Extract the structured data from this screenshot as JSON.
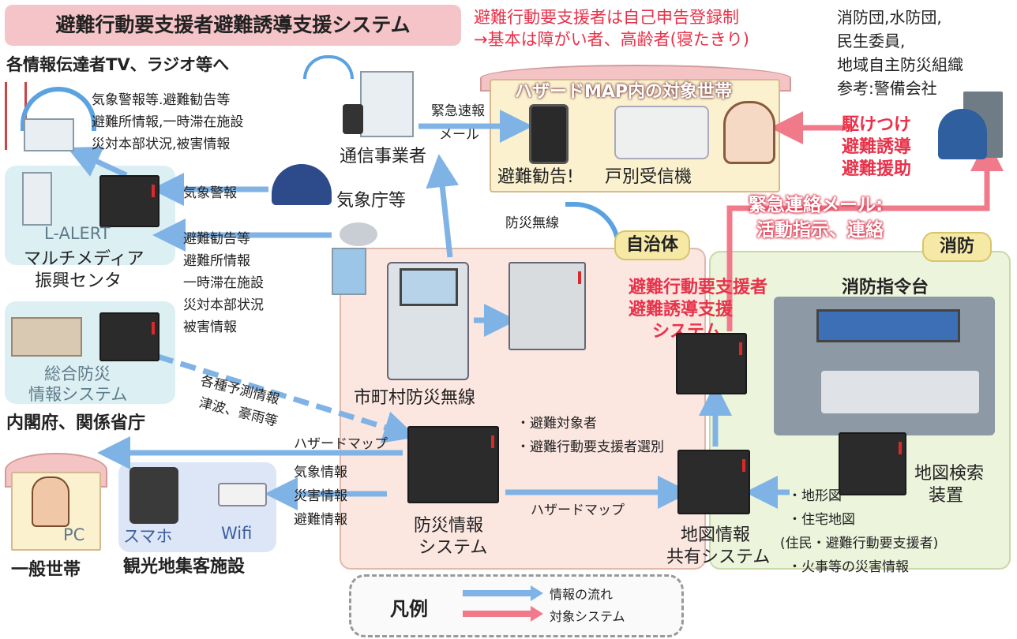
{
  "title": "避難行動要支援者避難誘導支援システム",
  "note": {
    "line1": "避難行動要支援者は自己申告登録制",
    "line2": "→基本は障がい者、高齢者(寝たきり)"
  },
  "topright": {
    "line1": "消防団,水防団,",
    "line2": "民生委員,",
    "line3": "地域自主防災組織",
    "line4": "参考:警備会社"
  },
  "left_header": "各情報伝達者TV、ラジオ等へ",
  "broadcast_info": [
    "気象警報等.避難勧告等",
    "避難所情報,一時滞在施設",
    "災対本部状況,被害情報"
  ],
  "lalert": {
    "name1": "L-ALERT",
    "name2": "マルチメディア",
    "name3": "振興センタ"
  },
  "sogo": {
    "name1": "総合防災",
    "name2": "情報システム",
    "owner": "内閣府、関係省庁"
  },
  "kishou_warning": "気象警報",
  "kishou": "気象庁等",
  "tsushin": "通信事業者",
  "kinkyu": {
    "line1": "緊急速報",
    "line2": "メール"
  },
  "evac_info": [
    "避難勧告等",
    "避難所情報",
    "一時滞在施設",
    "災対本部状況",
    "被害情報"
  ],
  "forecast": {
    "line1": "各種予測情報",
    "line2": "津波、豪雨等"
  },
  "hazard_home": {
    "title": "ハザードMAP内の対象世帯",
    "device1": "避難勧告!",
    "device2": "戸別受信機"
  },
  "musen": "防災無線",
  "jichitai": "自治体",
  "shobo": "消防",
  "kakeke": {
    "line1": "駆けつけ",
    "line2": "避難誘導",
    "line3": "避難援助"
  },
  "emergency_mail": {
    "line1": "緊急連絡メール:",
    "line2": "活動指示、連絡"
  },
  "target_system": {
    "line1": "避難行動要支援者",
    "line2": "避難誘導支援",
    "line3": "システム"
  },
  "shireidai": "消防指令台",
  "chizu_kensaku": {
    "line1": "地図検索",
    "line2": "装置"
  },
  "shichoson": "市町村防災無線",
  "select_items": [
    "・避難対象者",
    "・避難行動要支援者選別"
  ],
  "hazard_to_house": "ハザードマップ",
  "send_info": [
    "気象情報",
    "災害情報",
    "避難情報"
  ],
  "bousai_sys": {
    "line1": "防災情報",
    "line2": "システム"
  },
  "hazard_map_arrow": "ハザードマップ",
  "chizu_kyoyu": {
    "line1": "地図情報",
    "line2": "共有システム"
  },
  "map_items": [
    "・地形図",
    "・住宅地図",
    "(住民・避難行動要支援者)",
    "・火事等の災害情報"
  ],
  "ippan": {
    "pc": "PC",
    "name": "一般世帯"
  },
  "kanko": {
    "phone": "スマホ",
    "wifi": "Wifi",
    "name": "観光地集客施設"
  },
  "legend": {
    "title": "凡例",
    "flow": "情報の流れ",
    "target": "対象システム"
  },
  "colors": {
    "info_arrow": "#7fb3e6",
    "target_arrow": "#f07a8a",
    "red_text": "#e8324a"
  }
}
